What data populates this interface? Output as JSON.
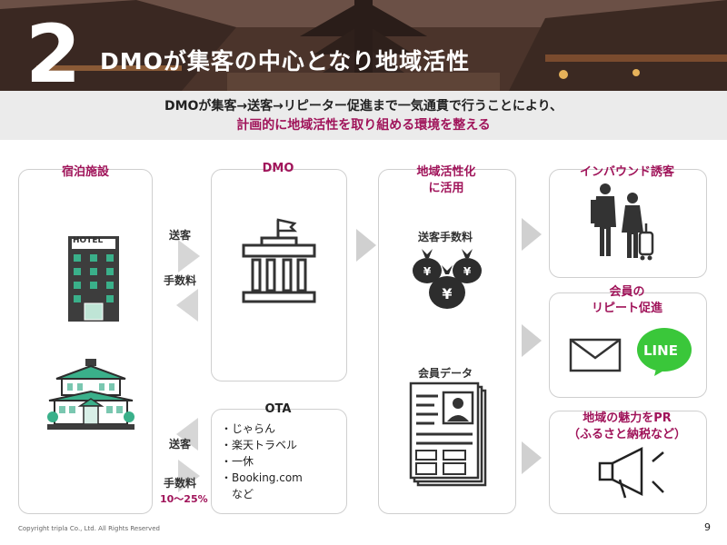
{
  "header": {
    "number": "2",
    "title": "DMOが集客の中心となり地域活性"
  },
  "subtitle": {
    "line1": "DMOが集客→送客→リピーター促進まで一気通貫で行うことにより、",
    "line2": "計画的に地域活性を取り組める環境を整える"
  },
  "columns": {
    "lodging": {
      "title": "宿泊施設",
      "hotel_sign": "HOTEL"
    },
    "dmo": {
      "title": "DMO"
    },
    "ota": {
      "title": "OTA",
      "items": [
        "・じゃらん",
        "・楽天トラベル",
        "・一休",
        "・Booking.com",
        "　など"
      ]
    },
    "region": {
      "title_line1": "地域活性化",
      "title_line2": "に活用",
      "fee_label": "送客手数料",
      "member_data_label": "会員データ"
    },
    "inbound": {
      "title": "インバウンド誘客"
    },
    "repeat": {
      "title_line1": "会員の",
      "title_line2": "リピート促進",
      "line_label": "LINE"
    },
    "pr": {
      "title_line1": "地域の魅力をPR",
      "title_line2": "（ふるさと納税など）"
    }
  },
  "flows": {
    "top_send": "送客",
    "top_fee": "手数料",
    "bottom_send": "送客",
    "bottom_fee": "手数料",
    "bottom_fee_rate": "10～25%"
  },
  "footer": {
    "copyright": "Copyright tripla Co., Ltd. All Rights Reserved",
    "page": "9"
  },
  "colors": {
    "accent": "#a0145a",
    "line_green": "#3ac73a",
    "band": "#ebebeb"
  }
}
